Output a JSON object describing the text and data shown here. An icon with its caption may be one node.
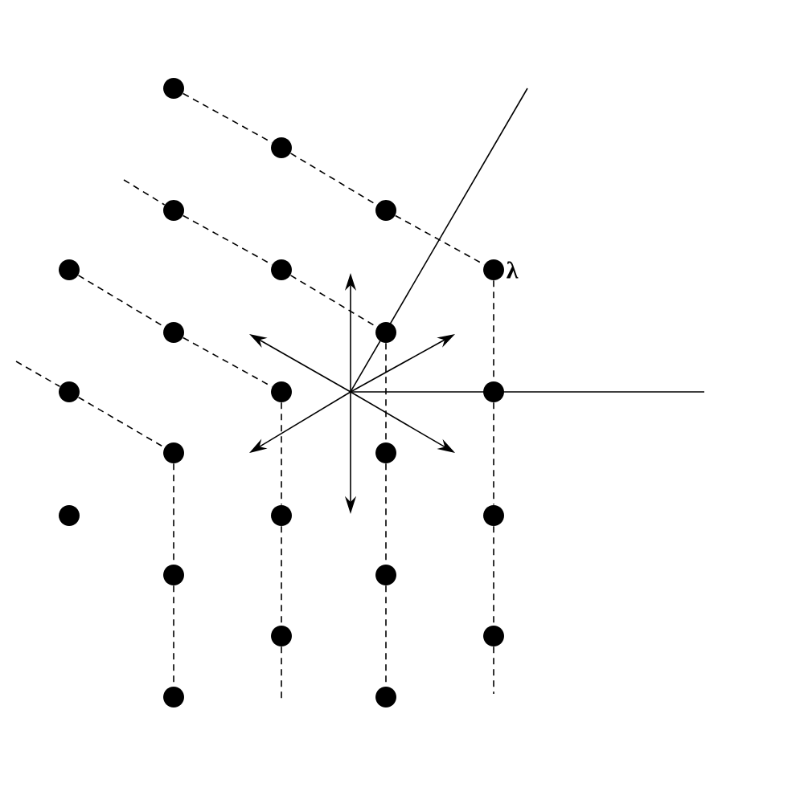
{
  "diagram": {
    "nodes": [
      {
        "text": [],
        "shape": "circle"
      },
      {
        "text": [],
        "shape": "circle"
      },
      {
        "text": [],
        "shape": "circle"
      },
      {
        "text": [],
        "shape": "circle"
      },
      {
        "text": [],
        "shape": "circle"
      },
      {
        "text": [],
        "shape": "circle"
      },
      {
        "text": [],
        "shape": "circle",
        "beside": [
          "λ"
        ]
      },
      {
        "text": [],
        "shape": "circle"
      },
      {
        "text": [],
        "shape": "circle"
      },
      {
        "text": [],
        "shape": "circle"
      },
      {
        "text": [],
        "shape": "circle"
      },
      {
        "text": [],
        "shape": "circle"
      },
      {
        "text": [],
        "shape": "circle"
      },
      {
        "text": [],
        "shape": "circle"
      },
      {
        "text": [],
        "shape": "circle"
      },
      {
        "text": [],
        "shape": "circle"
      },
      {
        "text": [],
        "shape": "circle"
      },
      {
        "text": [],
        "shape": "circle"
      },
      {
        "text": [],
        "shape": "circle"
      },
      {
        "text": [],
        "shape": "circle"
      },
      {
        "text": [],
        "shape": "circle"
      },
      {
        "text": [],
        "shape": "circle"
      },
      {
        "text": [],
        "shape": "circle"
      }
    ],
    "edges": [
      {
        "from": 0,
        "to": 1,
        "arrow": "none",
        "style": "dashed"
      },
      {
        "from": 1,
        "to": 3,
        "arrow": "none",
        "style": "dashed"
      },
      {
        "from": 3,
        "to": 6,
        "arrow": "none",
        "style": "dashed"
      },
      {
        "from": null,
        "to": 2,
        "arrow": "none",
        "style": "dashed"
      },
      {
        "from": 2,
        "to": 5,
        "arrow": "none",
        "style": "dashed"
      },
      {
        "from": 5,
        "to": 8,
        "arrow": "none",
        "style": "dashed"
      },
      {
        "from": 4,
        "to": 7,
        "arrow": "none",
        "style": "dashed"
      },
      {
        "from": 7,
        "to": 10,
        "arrow": "none",
        "style": "dashed"
      },
      {
        "from": null,
        "to": 9,
        "arrow": "none",
        "style": "dashed"
      },
      {
        "from": 9,
        "to": 12,
        "arrow": "none",
        "style": "dashed"
      },
      {
        "from": 12,
        "to": 17,
        "arrow": "none",
        "style": "dashed"
      },
      {
        "from": 17,
        "to": 21,
        "arrow": "none",
        "style": "dashed"
      },
      {
        "from": 10,
        "to": 15,
        "arrow": "none",
        "style": "dashed"
      },
      {
        "from": 15,
        "to": 19,
        "arrow": "none",
        "style": "dashed"
      },
      {
        "from": 19,
        "to": null,
        "arrow": "none",
        "style": "dashed"
      },
      {
        "from": 8,
        "to": 13,
        "arrow": "none",
        "style": "dashed"
      },
      {
        "from": 13,
        "to": 18,
        "arrow": "none",
        "style": "dashed"
      },
      {
        "from": 18,
        "to": 22,
        "arrow": "none",
        "style": "dashed"
      },
      {
        "from": 6,
        "to": 11,
        "arrow": "none",
        "style": "dashed"
      },
      {
        "from": 11,
        "to": 16,
        "arrow": "none",
        "style": "dashed"
      },
      {
        "from": 16,
        "to": 20,
        "arrow": "none",
        "style": "dashed"
      },
      {
        "from": 20,
        "to": null,
        "arrow": "none",
        "style": "dashed"
      }
    ]
  }
}
